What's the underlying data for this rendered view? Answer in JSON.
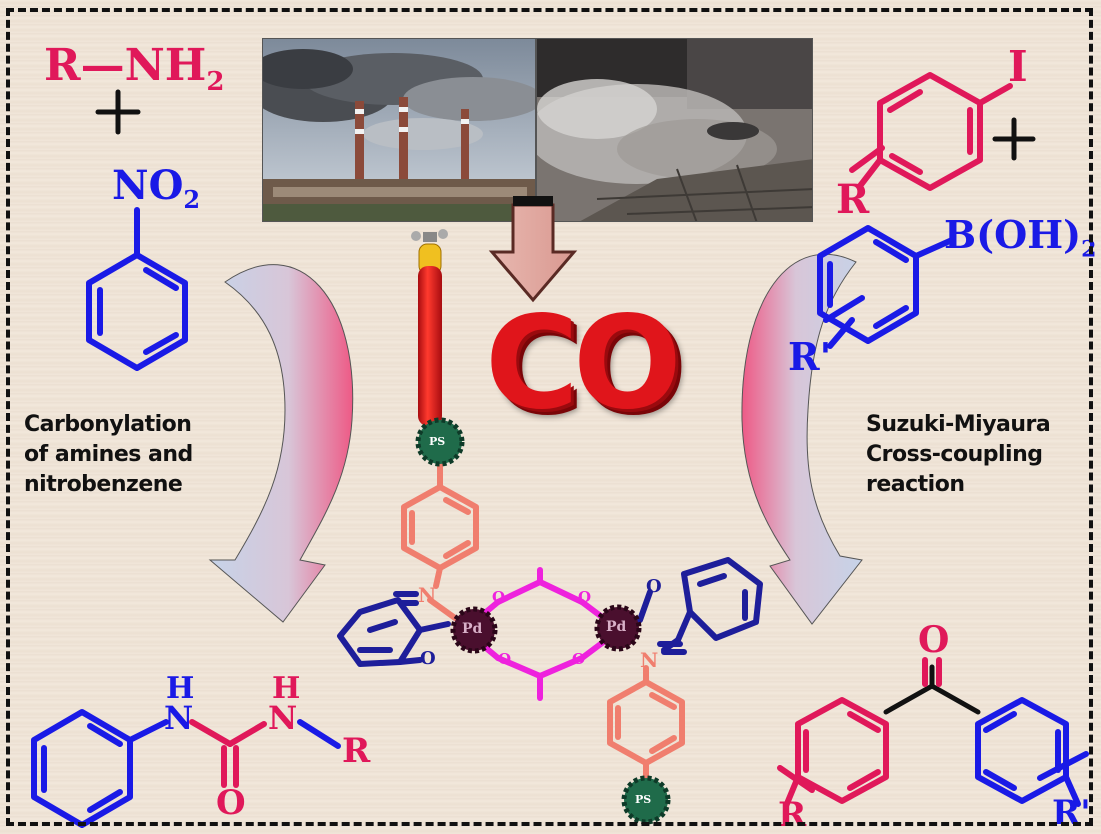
{
  "labels": {
    "amine": "R—NH",
    "amine_sub": "2",
    "nitro": "NO",
    "nitro_sub": "2",
    "iodide": "I",
    "iodide_r": "R",
    "boronic": "B(OH)",
    "boronic_sub": "2",
    "boronic_r": "R'",
    "co": "CO",
    "ps": "PS",
    "pd": "Pd",
    "o": "O",
    "n": "N",
    "h": "H",
    "r": "R",
    "r_prime": "R'"
  },
  "captions": {
    "left": [
      "Carbonylation",
      "of amines and",
      "nitrobenzene"
    ],
    "right": [
      "Suzuki-Miyaura",
      "Cross-coupling",
      "reaction"
    ]
  },
  "colors": {
    "red": "#e0185a",
    "blue": "#1a1ae6",
    "navy": "#1e1e9a",
    "salmon": "#f07e6e",
    "magenta": "#ee22dd",
    "pd": "#4a0f2e",
    "ps": "#1f6b4a",
    "co": "#e0151b"
  },
  "icons": [
    "factory-smokestacks-photo",
    "car-exhaust-photo",
    "co-gas-cylinder-icon",
    "down-arrow-icon"
  ]
}
